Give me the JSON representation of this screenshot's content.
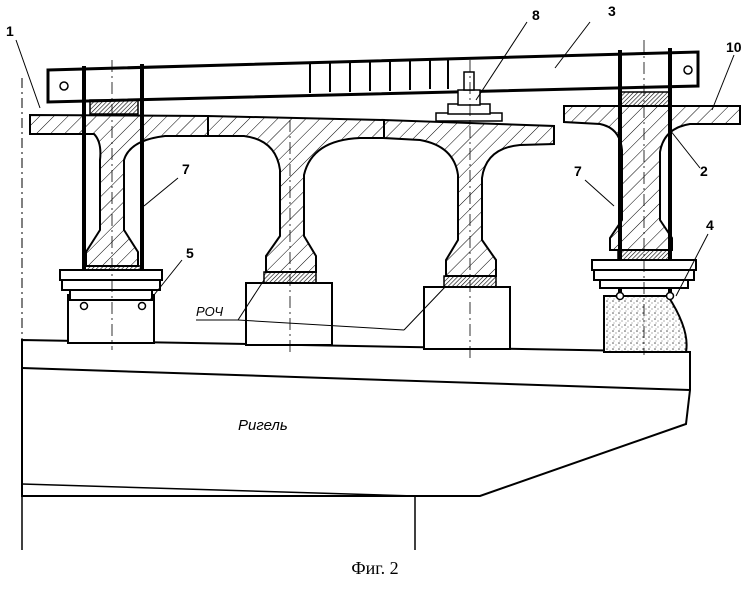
{
  "figure": {
    "caption": "Фиг. 2",
    "callouts": [
      "1",
      "2",
      "3",
      "4",
      "5",
      "7",
      "7",
      "8",
      "10"
    ],
    "labels": {
      "roch": "РОЧ",
      "rigel": "Ригель"
    }
  }
}
